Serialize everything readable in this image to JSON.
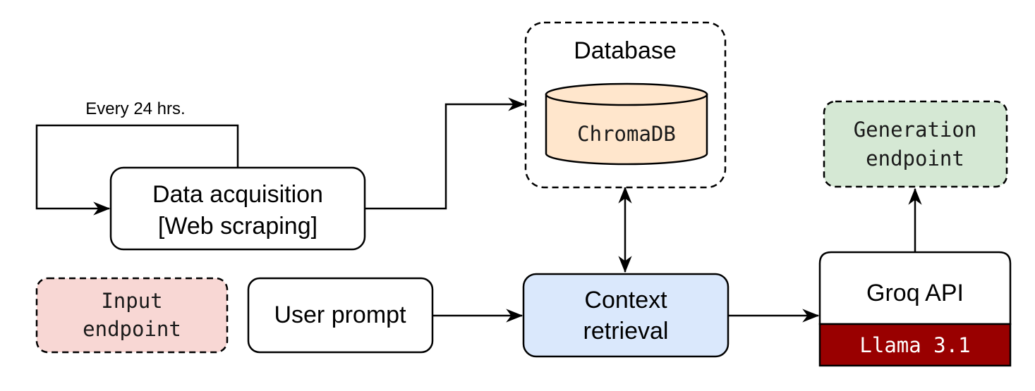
{
  "nodes": {
    "data_acquisition": {
      "line1": "Data acquisition",
      "line2": "[Web scraping]"
    },
    "database": {
      "title": "Database",
      "store_label": "ChromaDB"
    },
    "generation_endpoint": {
      "line1": "Generation",
      "line2": "endpoint"
    },
    "input_endpoint": {
      "line1": "Input",
      "line2": "endpoint"
    },
    "user_prompt": {
      "label": "User prompt"
    },
    "context_retrieval": {
      "line1": "Context",
      "line2": "retrieval"
    },
    "groq_api": {
      "label": "Groq API",
      "model_label": "Llama 3.1"
    }
  },
  "edges": {
    "loop_label": "Every 24 hrs."
  },
  "colors": {
    "web_scraping_text": "#a0601a",
    "chromadb_fill": "#ffe6cc",
    "generation_fill": "#d5e8d4",
    "input_fill": "#f8d7d4",
    "context_fill": "#dae8fc",
    "llama_fill": "#990000",
    "llama_text": "#ffffff"
  }
}
